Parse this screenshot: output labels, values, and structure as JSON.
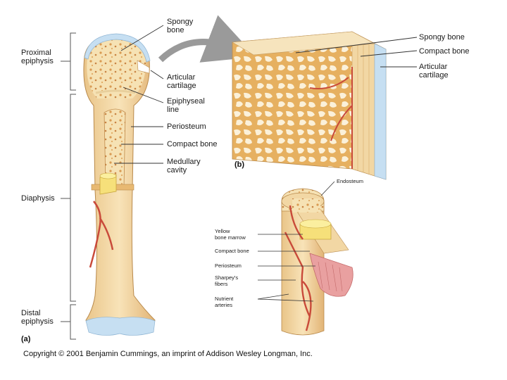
{
  "labels": {
    "proximal_epiphysis": "Proximal\nepiphysis",
    "diaphysis": "Diaphysis",
    "distal_epiphysis": "Distal\nepiphysis",
    "spongy_bone_a": "Spongy\nbone",
    "articular_cartilage_a": "Articular\ncartilage",
    "epiphyseal_line": "Epiphyseal\nline",
    "periosteum_a": "Periosteum",
    "compact_bone_a": "Compact bone",
    "medullary_cavity": "Medullary\ncavity",
    "spongy_bone_b": "Spongy bone",
    "compact_bone_b": "Compact bone",
    "articular_cartilage_b": "Articular\ncartilage",
    "endosteum": "Endosteum",
    "yellow_bone_marrow": "Yellow\nbone marrow",
    "compact_bone_c": "Compact bone",
    "periosteum_c": "Periosteum",
    "sharpeys_fibers": "Sharpey's\nfibers",
    "nutrient_arteries": "Nutrient\narteries"
  },
  "panels": {
    "a": "(a)",
    "b": "(b)"
  },
  "copyright": "Copyright © 2001 Benjamin Cummings, an imprint of Addison Wesley Longman, Inc.",
  "colors": {
    "bone": "#f3d7a0",
    "bone_dark": "#e4b46e",
    "spongy": "#f2dfb0",
    "cartilage": "#c6dff2",
    "marrow": "#f6e07a",
    "artery": "#c94a3a",
    "arrow": "#9a9a9a"
  }
}
